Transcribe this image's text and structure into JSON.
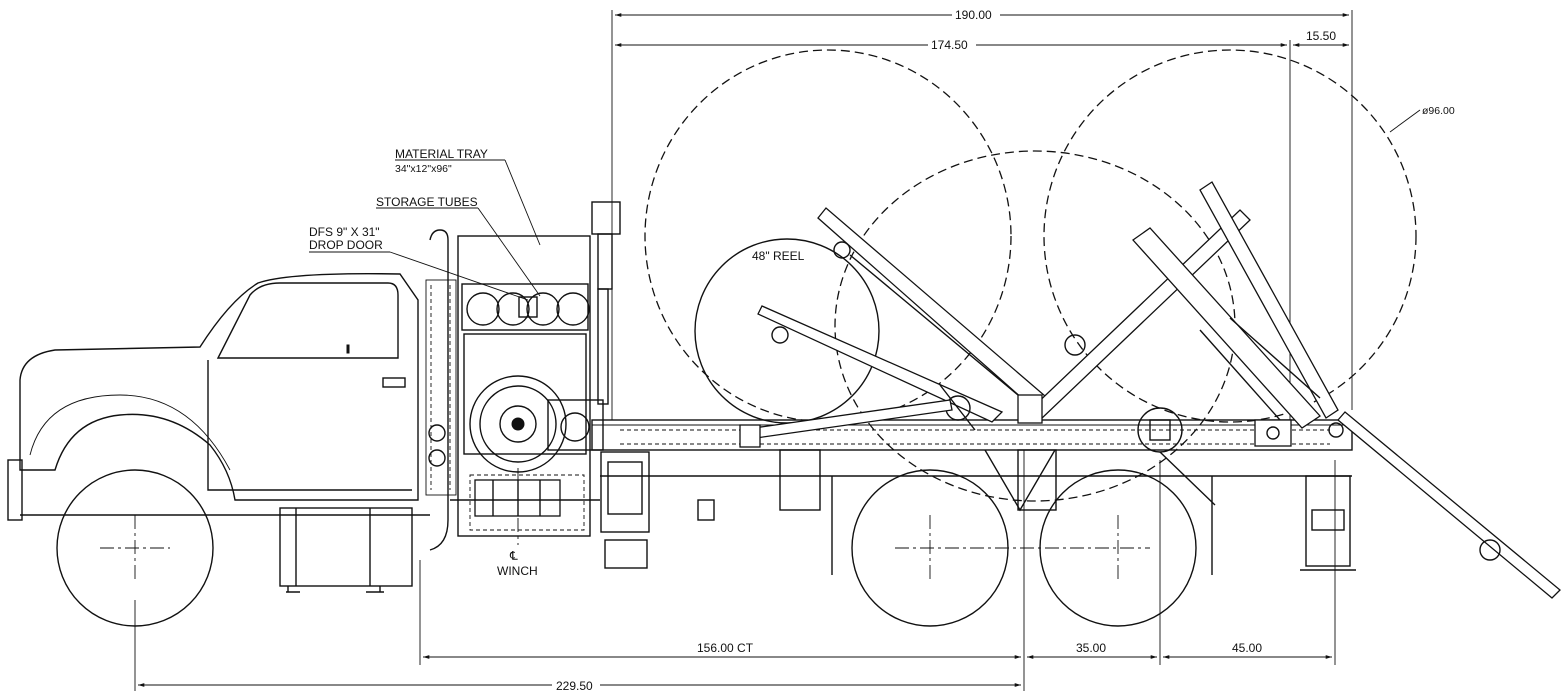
{
  "labels": {
    "material_tray": "MATERIAL TRAY",
    "material_tray_size": "34\"x12\"x96\"",
    "storage_tubes": "STORAGE TUBES",
    "dfs_line1": "DFS 9\" X 31\"",
    "dfs_line2": "DROP DOOR",
    "reel": "48\" REEL",
    "winch_cl": "℄",
    "winch": "WINCH",
    "diameter": "ø96.00"
  },
  "dimensions": {
    "overall": "190.00",
    "reel_span": "174.50",
    "rear_offset": "15.50",
    "ct": "156.00 CT",
    "axle_spacing": "35.00",
    "rear_overhang": "45.00",
    "wheelbase": "229.50"
  }
}
